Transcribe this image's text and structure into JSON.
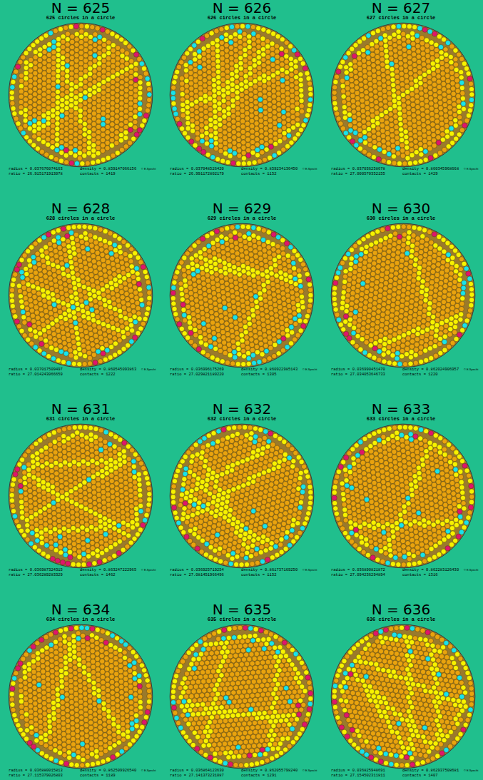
{
  "diagram": {
    "labels": [
      "N = 625",
      "625 circles in a circle",
      "radius =  0.037676074163",
      "density = 0.859147066156",
      "ratio  = 26.915171913078",
      "contacts = 1419",
      "© E.Specht",
      "N = 626",
      "626 circles in a circle",
      "radius =  0.037048526420",
      "density = 0.859234136450",
      "ratio  = 26.991172802179",
      "contacts = 1152",
      "© E.Specht",
      "N = 627",
      "627 circles in a circle",
      "radius =  0.037036258678",
      "density = 0.860345968668",
      "ratio  = 27.000570352155",
      "contacts = 1429",
      "© E.Specht",
      "N = 628",
      "628 circles in a circle",
      "radius =  0.037017509497",
      "density = 0.860545093863",
      "ratio  = 27.014243066659",
      "contacts = 1222",
      "© E.Specht",
      "N = 629",
      "629 circles in a circle",
      "radius =  0.036996175269",
      "density = 0.860922985143",
      "ratio  = 27.029821180220",
      "contacts = 1305",
      "© E.Specht",
      "N = 630",
      "630 circles in a circle",
      "radius =  0.036990451470",
      "density = 0.862024906957",
      "ratio  = 27.034053646733",
      "contacts = 1220",
      "© E.Specht",
      "N = 631",
      "631 circles in a circle",
      "radius =  0.036987324315",
      "density = 0.863247222965",
      "ratio  = 27.036289283329",
      "contacts = 1462",
      "© E.Specht",
      "N = 632",
      "632 circles in a circle",
      "radius =  0.036925719254",
      "density = 0.861737169250",
      "ratio  = 27.081451966496",
      "contacts = 1152",
      "© E.Specht",
      "N = 633",
      "633 circles in a circle",
      "radius =  0.036890821872",
      "density = 0.862283126430",
      "ratio  = 27.094236294894",
      "contacts = 1316",
      "© E.Specht",
      "N = 634",
      "634 circles in a circle",
      "radius =  0.036880015813",
      "density = 0.862509926540",
      "ratio  = 27.115379026803",
      "contacts = 1189",
      "© E.Specht",
      "N = 635",
      "635 circles in a circle",
      "radius =  0.036864123630",
      "density = 0.862055798240",
      "ratio  = 27.141373231087",
      "contacts = 1291",
      "© E.Specht",
      "N = 636",
      "636 circles in a circle",
      "radius =  0.036825948691",
      "density = 0.862937508681",
      "ratio  = 27.154502311811",
      "contacts = 1407",
      "© E.Specht"
    ]
  }
}
